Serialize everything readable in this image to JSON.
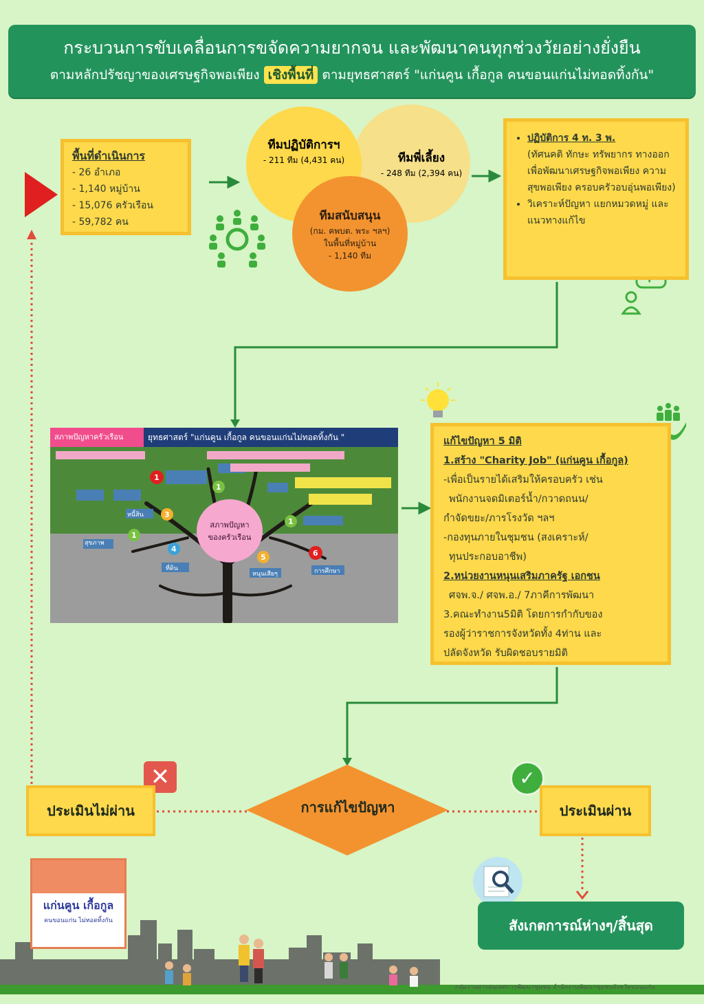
{
  "header": {
    "title": "กระบวนการขับเคลื่อนการขจัดความยากจน และพัฒนาคนทุกช่วงวัยอย่างยั่งยืน",
    "subtitle_pre": "ตามหลักปรัชญาของเศรษฐกิจพอเพียง",
    "subtitle_highlight": "เชิงพื้นที่",
    "subtitle_post": "ตามยุทธศาสตร์ \"แก่นคูน เกื้อกูล คนขอนแก่นไม่ทอดทิ้งกัน\""
  },
  "area": {
    "title": "พื้นที่ดำเนินการ",
    "items": [
      "- 26 อำเภอ",
      "- 1,140 หมู่บ้าน",
      "- 15,076 ครัวเรือน",
      "- 59,782 คน"
    ]
  },
  "teams": {
    "ops": {
      "title": "ทีมปฏิบัติการฯ",
      "detail": "- 211 ทีม (4,431 คน)"
    },
    "mentor": {
      "title": "ทีมพี่เลี้ยง",
      "detail": "- 248 ทีม (2,394 คน)"
    },
    "support": {
      "title": "ทีมสนับสนุน",
      "line1": "(กม. คพบต. พระ ฯลฯ)",
      "line2": "ในพื้นที่หมู่บ้าน",
      "line3": "- 1,140 ทีม"
    }
  },
  "practice": {
    "item1_title": "ปฏิบัติการ 4 ท. 3 พ.",
    "item1_body": "(ทัศนคติ ทักษะ ทรัพยากร ทางออก เพื่อพัฒนาเศรษฐกิจพอเพียง ความสุขพอเพียง ครอบครัวอบอุ่นพอเพียง)",
    "item2": "วิเคราะห์ปัญหา แยกหมวดหมู่ และแนวทางแก้ไข"
  },
  "tree": {
    "tag": "สภาพปัญหาครัวเรือน",
    "strategy": "ยุทธศาสตร์ \"แก่นคูน เกื้อกูล คนขอนแก่นไม่ทอดทิ้งกัน \"",
    "center_line1": "สภาพปัญหา",
    "center_line2": "ของครัวเรือน",
    "branches": [
      "สุขภาพ",
      "ที่ดิน",
      "หนี้สิน",
      "หนุนเสียๆ",
      "การศึกษา"
    ]
  },
  "solve": {
    "title": "แก้ไขปัญหา 5 มิติ",
    "l1": "1.สร้าง \"Charity Job\" (แก่นคูน เกื้อกูล)",
    "l2": "-เพื่อเป็นรายได้เสริมให้ครอบครัว เช่น",
    "l3": "พนักงานจดมิเตอร์น้ำ/กวาดถนน/",
    "l4": "กำจัดขยะ/ภารโรงวัด ฯลฯ",
    "l5": "-กองทุนภายในชุมชน (สงเคราะห์/",
    "l6": "ทุนประกอบอาชีพ)",
    "l7": "2.หน่วยงานหนุนเสริมภาครัฐ เอกชน",
    "l8": "ศจพ.จ./ ศจพ.อ./ 7ภาคีการพัฒนา",
    "l9": "3.คณะทำงาน5มิติ โดยการกำกับของ",
    "l10": "รองผู้ว่าราชการจังหวัดทั้ง 4ท่าน และ",
    "l11": "ปลัดจังหวัด รับผิดชอบรายมิติ"
  },
  "bottom": {
    "fail": "ประเมินไม่ผ่าน",
    "pass": "ประเมินผ่าน",
    "problem": "การแก้ไขปัญหา",
    "observe": "สังเกตการณ์ห่างๆ/สิ้นสุด"
  },
  "logo": {
    "line1": "แก่นคูน เกื้อกูล",
    "line2": "คนขอนแก่น ไม่ทอดทิ้งกัน"
  },
  "footer": {
    "credit": "กลุ่มงานสารสนเทศการพัฒนาชุมชน สำนักงานพัฒนาชุมชนจังหวัดขอนแก่น"
  },
  "colors": {
    "header": "#23935c",
    "yellow": "#fdd94b",
    "orange": "#f3932f",
    "arrow": "#2a8a3c",
    "red": "#e02020"
  }
}
